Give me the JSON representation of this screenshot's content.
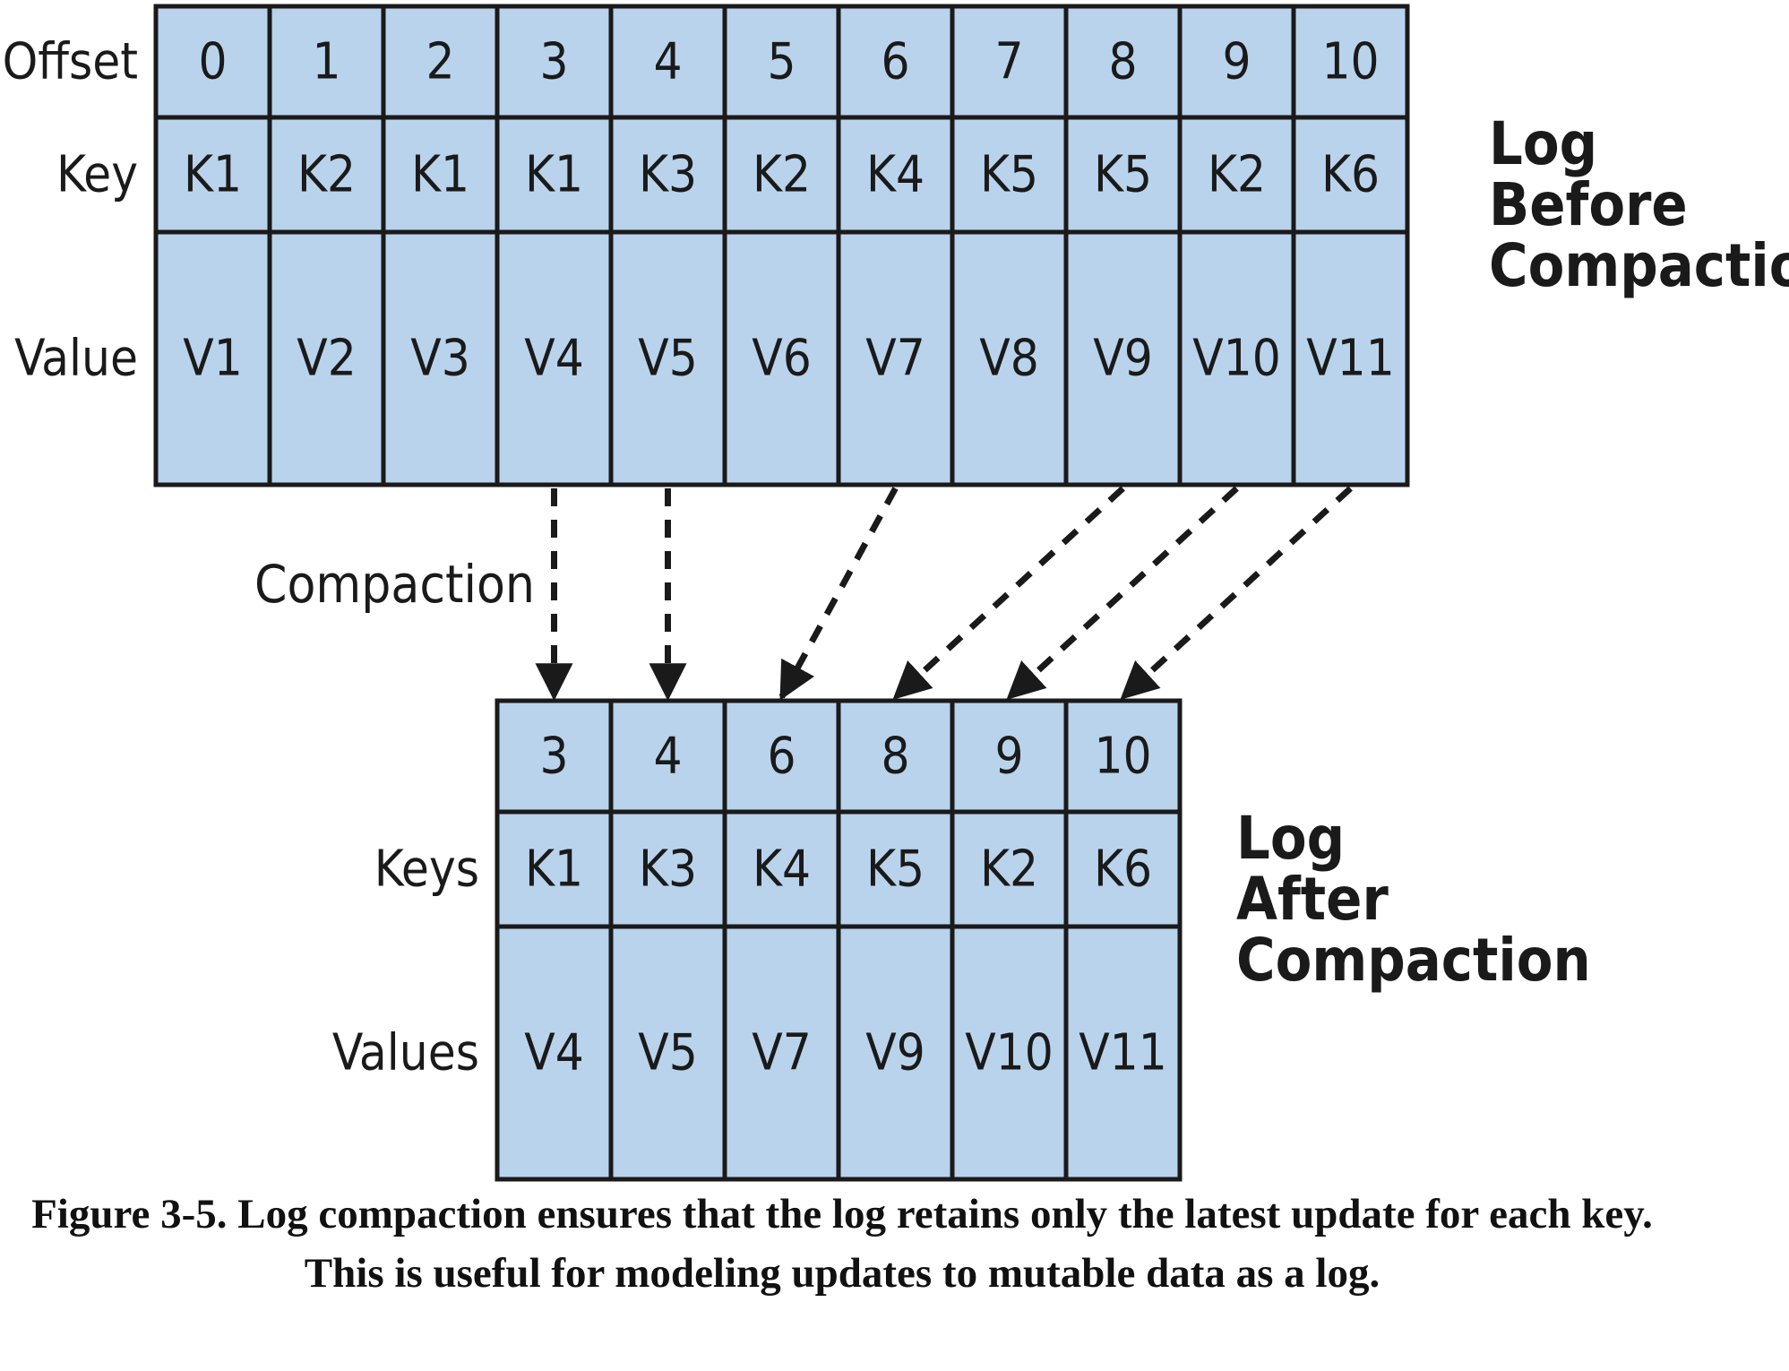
{
  "before": {
    "row_labels": [
      "Offset",
      "Key",
      "Value"
    ],
    "offsets": [
      "0",
      "1",
      "2",
      "3",
      "4",
      "5",
      "6",
      "7",
      "8",
      "9",
      "10"
    ],
    "keys": [
      "K1",
      "K2",
      "K1",
      "K1",
      "K3",
      "K2",
      "K4",
      "K5",
      "K5",
      "K2",
      "K6"
    ],
    "values": [
      "V1",
      "V2",
      "V3",
      "V4",
      "V5",
      "V6",
      "V7",
      "V8",
      "V9",
      "V10",
      "V11"
    ],
    "title_lines": [
      "Log",
      "Before",
      "Compaction"
    ]
  },
  "after": {
    "row_labels": [
      "",
      "Keys",
      "Values"
    ],
    "offsets": [
      "3",
      "4",
      "6",
      "8",
      "9",
      "10"
    ],
    "keys": [
      "K1",
      "K3",
      "K4",
      "K5",
      "K2",
      "K6"
    ],
    "values": [
      "V4",
      "V5",
      "V7",
      "V9",
      "V10",
      "V11"
    ],
    "title_lines": [
      "Log",
      "After",
      "Compaction"
    ]
  },
  "arrow_label": "Compaction",
  "caption": "Figure 3-5. Log compaction ensures that the log retains only the latest update for each key. This is useful for modeling updates to mutable data as a log.",
  "colors": {
    "cell_fill": "#b9d3ec",
    "border": "#1a1a1a"
  }
}
